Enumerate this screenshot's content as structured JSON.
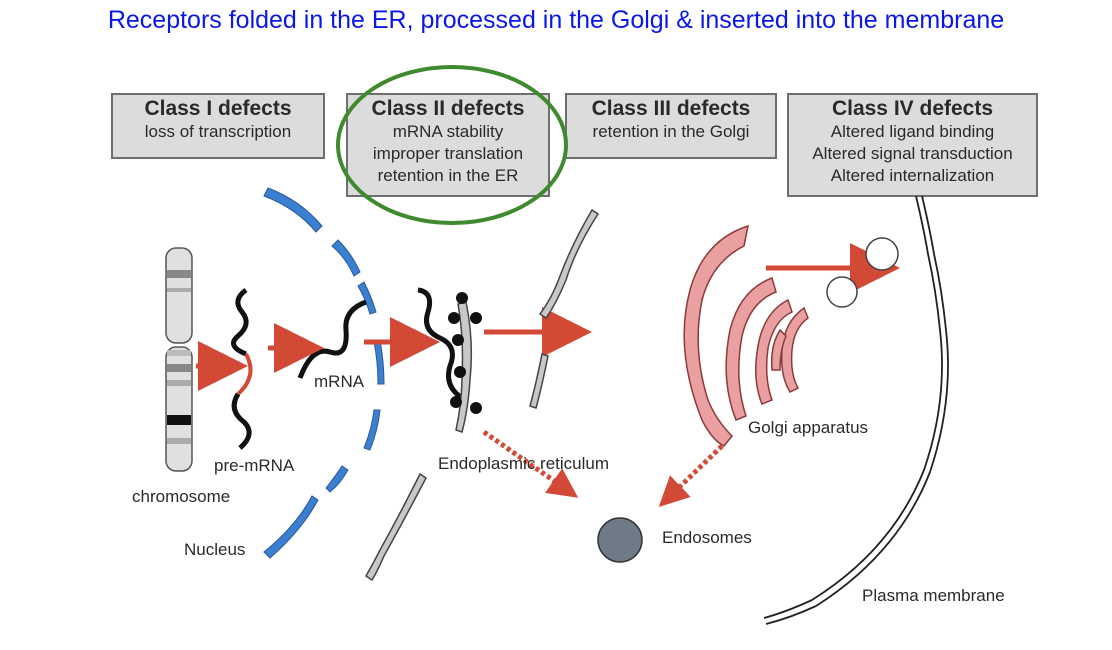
{
  "title": "Receptors folded in the ER, processed in the Golgi & inserted into the membrane",
  "classes": [
    {
      "title": "Class I defects",
      "lines": [
        "loss of transcription"
      ]
    },
    {
      "title": "Class II defects",
      "lines": [
        "mRNA stability",
        "improper translation",
        "retention in the ER"
      ]
    },
    {
      "title": "Class III defects",
      "lines": [
        "retention in the Golgi"
      ]
    },
    {
      "title": "Class IV defects",
      "lines": [
        "Altered ligand binding",
        "Altered signal transduction",
        "Altered internalization"
      ]
    }
  ],
  "labels": {
    "chromosome": "chromosome",
    "pre_mrna": "pre-mRNA",
    "mrna": "mRNA",
    "nucleus": "Nucleus",
    "er": "Endoplasmic reticulum",
    "golgi": "Golgi apparatus",
    "endosomes": "Endosomes",
    "membrane": "Plasma membrane"
  },
  "colors": {
    "title": "#0a18e6",
    "nucleus": "#3a7fd0",
    "arrow": "#d24a35",
    "golgi": "#eaa0a0",
    "highlight": "#3f8a2e",
    "endosome": "#6e7a86"
  }
}
